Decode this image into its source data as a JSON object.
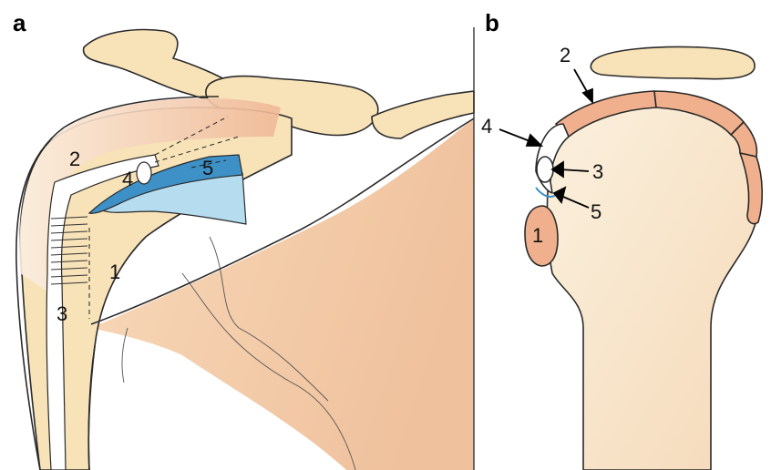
{
  "panels": {
    "a": {
      "letter": "a",
      "labels": [
        "1",
        "2",
        "3",
        "4",
        "5"
      ]
    },
    "b": {
      "letter": "b",
      "labels": [
        "1",
        "2",
        "3",
        "4",
        "5"
      ]
    }
  },
  "colors": {
    "bone": "#f8e2b8",
    "capsule": "#f1b08d",
    "muscle_skin": "#f2c9a4",
    "ligament_blue": "#3e91c6",
    "ligament_light_blue": "#b6dcef",
    "outline": "#2a2a2a"
  }
}
